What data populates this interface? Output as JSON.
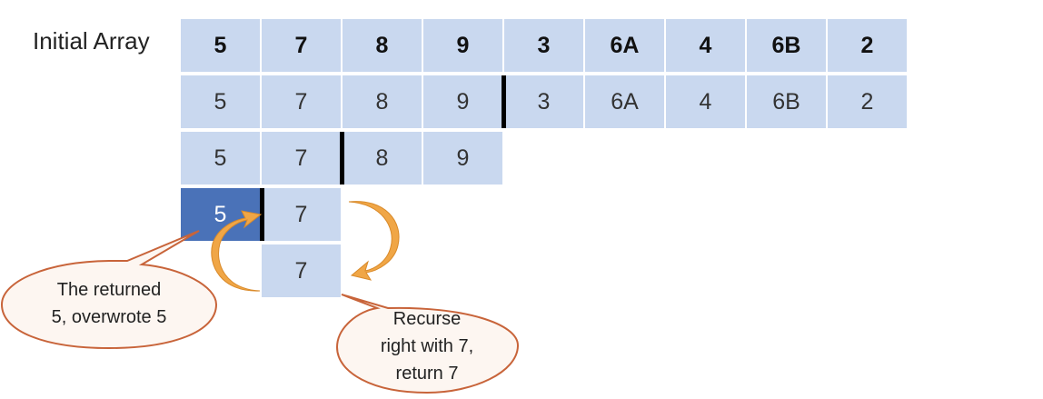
{
  "initial_label": "Initial Array",
  "rows": [
    {
      "cells": [
        "5",
        "7",
        "8",
        "9",
        "3",
        "6A",
        "4",
        "6B",
        "2"
      ]
    },
    {
      "cells": [
        "5",
        "7",
        "8",
        "9",
        "3",
        "6A",
        "4",
        "6B",
        "2"
      ]
    },
    {
      "cells": [
        "5",
        "7",
        "8",
        "9"
      ]
    },
    {
      "cells": [
        "5",
        "7"
      ]
    },
    {
      "cells": [
        "7"
      ]
    }
  ],
  "callouts": {
    "left": [
      "The returned",
      "5, overwrote 5"
    ],
    "right": [
      "Recurse",
      "right with 7,",
      "return 7"
    ]
  },
  "colors": {
    "cell": "#c9d8ef",
    "cell_highlight": "#4a72b8",
    "arrow": "#f0a646",
    "bubble_stroke": "#c8643a"
  }
}
